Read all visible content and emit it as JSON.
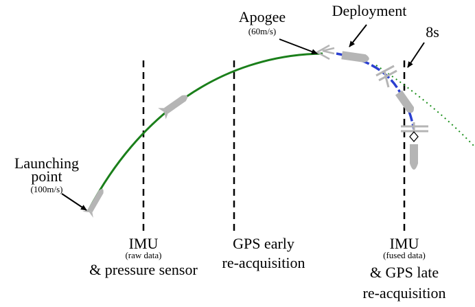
{
  "labels": {
    "launch_line1": "Launching",
    "launch_line2": "point",
    "launch_speed": "(100m/s)",
    "apogee": "Apogee",
    "apogee_speed": "(60m/s)",
    "deployment": "Deployment",
    "time_8s": "8s",
    "imu1_title": "IMU",
    "imu1_sub": "(raw data)",
    "imu1_line2": "& pressure sensor",
    "gps_early_line1": "GPS early",
    "gps_early_line2": "re-acquisition",
    "imu2_title": "IMU",
    "imu2_sub": "(fused data)",
    "imu2_line2": "& GPS late",
    "imu2_line3": "re-acquisition"
  },
  "colors": {
    "ascent": "#1a7f1a",
    "descent": "#2a3fd0",
    "ballistic": "#1a8f1a",
    "rocket": "#b5b5b5"
  }
}
